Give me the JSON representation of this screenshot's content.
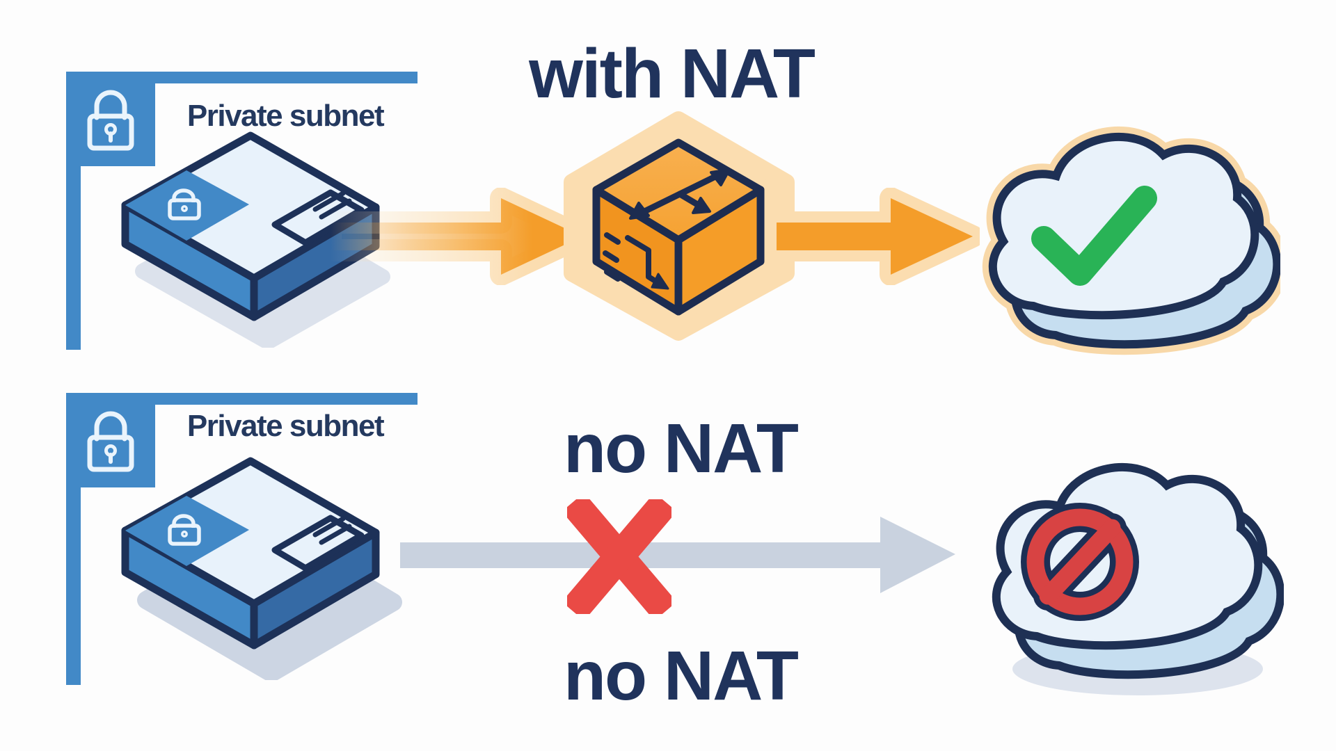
{
  "diagram": {
    "scenario_top": {
      "title": "with NAT",
      "subnet_label": "Private subnet",
      "source": "private instance",
      "middle": "NAT gateway",
      "destination": "internet cloud",
      "result": "allowed"
    },
    "scenario_bottom": {
      "title": "no NAT",
      "title_below": "no NAT",
      "subnet_label": "Private subnet",
      "source": "private instance",
      "destination": "internet cloud",
      "result": "blocked"
    }
  },
  "icons": {
    "lock": "lock-icon",
    "server": "server-icon",
    "nat_gateway": "nat-gateway-cube-icon",
    "cloud_allowed": "cloud-check-icon",
    "cloud_blocked": "cloud-prohibited-icon",
    "arrow_allowed": "orange-arrow-icon",
    "arrow_blocked": "gray-arrow-icon",
    "blocked_cross": "red-x-icon"
  },
  "colors": {
    "subnet_blue": "#4289c7",
    "navy_outline": "#1d2f55",
    "title_navy": "#20335c",
    "orange": "#f49d2a",
    "orange_glow": "#fbddb0",
    "cloud_fill": "#e9f2fa",
    "cloud_side": "#c6def0",
    "check_green": "#29b356",
    "cross_red": "#ea4a45",
    "prohibit_red": "#d84343",
    "gray_arrow": "#c9d2df",
    "shadow_gray": "#d3dae6"
  }
}
